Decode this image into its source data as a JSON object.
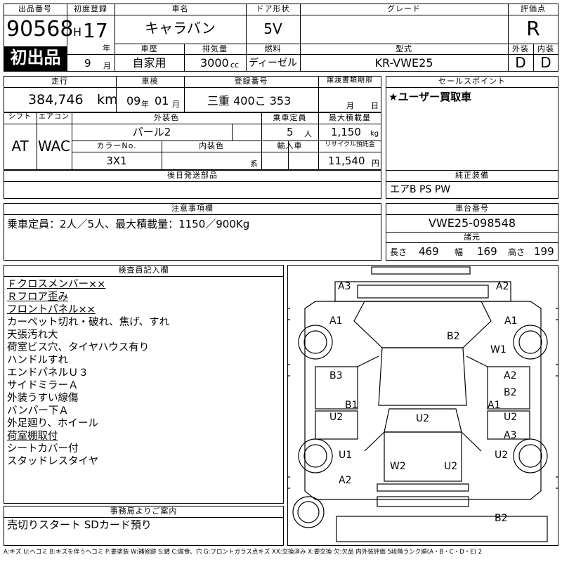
{
  "labels": {
    "lot_number": "出品番号",
    "first_reg": "初度登録",
    "car_name": "車名",
    "door": "ドア形状",
    "grade": "グレード",
    "score": "評価点",
    "year_unit": "年",
    "month_unit": "月",
    "history": "車歴",
    "displacement": "排気量",
    "fuel": "燃料",
    "model": "型式",
    "exterior_grade": "外装",
    "interior_grade": "内装",
    "mileage": "走行",
    "inspection": "車検",
    "reg_number": "登録番号",
    "transfer_deadline": "譲渡書類期限",
    "sales_point": "セールスポイント",
    "shift": "シフト",
    "aircon": "エアコン",
    "ext_color": "外装色",
    "capacity": "乗車定員",
    "max_load": "最大積載量",
    "color_no": "カラーNo.",
    "int_color": "内装色",
    "import": "輸入車",
    "recycle": "リサイクル預託金",
    "later_parts": "後日発送部品",
    "genuine_equip": "純正装備",
    "caution": "注意事項欄",
    "chassis": "車台番号",
    "specs": "諸元",
    "length": "長さ",
    "width": "幅",
    "height": "高さ",
    "inspector": "検査員記入欄",
    "office": "事務局よりご案内"
  },
  "vehicle": {
    "lot_number": "90568",
    "first_listing": "初出品",
    "era": "H",
    "year": "17",
    "month": "9",
    "car_name": "キャラバン",
    "door": "5V",
    "grade": "",
    "score": "R",
    "history": "自家用",
    "displacement": "3000",
    "displacement_unit": "cc",
    "fuel": "ディーゼル",
    "model": "KR-VWE25",
    "exterior_grade": "D",
    "interior_grade": "D",
    "mileage": "384,746",
    "mileage_unit": "km",
    "inspection_year": "09",
    "inspection_year_unit": "年",
    "inspection_month": "01",
    "inspection_month_unit": "月",
    "reg_number": "三重 400こ 353",
    "deadline_month_unit": "月",
    "deadline_day_unit": "日",
    "sales_point": "★ユーザー買取車",
    "shift": "AT",
    "aircon": "WAC",
    "ext_color": "パール2",
    "capacity": "5",
    "capacity_unit": "人",
    "max_load": "1,150",
    "max_load_unit": "kg",
    "color_no": "3X1",
    "int_color_unit": "系",
    "recycle": "11,540",
    "recycle_unit": "円",
    "later_parts": "",
    "genuine_equip": "エアB PS PW",
    "caution": "乗車定員：2人／5人、最大積載量：1150／900Kg",
    "chassis": "VWE25-098548",
    "length": "469",
    "width": "169",
    "height": "199",
    "office_note": "売切りスタート SDカード預り"
  },
  "inspector_notes": [
    {
      "text": "Ｆクロスメンバー××",
      "underline": true
    },
    {
      "text": "Ｒフロア歪み",
      "underline": true
    },
    {
      "text": "フロントパネル××",
      "underline": true
    },
    {
      "text": "カーペット切れ・破れ、焦げ、すれ",
      "underline": false
    },
    {
      "text": "天張汚れ大",
      "underline": false
    },
    {
      "text": "荷室ビス穴、タイヤハウス有り",
      "underline": false
    },
    {
      "text": "ハンドルすれ",
      "underline": false
    },
    {
      "text": "エンドパネルＵ３",
      "underline": false
    },
    {
      "text": "サイドミラーＡ",
      "underline": false
    },
    {
      "text": "外装うすい線傷",
      "underline": false
    },
    {
      "text": "バンパー下Ａ",
      "underline": false
    },
    {
      "text": "外足廻り、ホイール",
      "underline": false
    },
    {
      "text": "荷室棚取付",
      "underline": true
    },
    {
      "text": "シートカバー付",
      "underline": false
    },
    {
      "text": "スタッドレスタイヤ",
      "underline": false
    }
  ],
  "damage_marks": {
    "a3_top_left": "A3",
    "a2_top_right": "A2",
    "a1_left": "A1",
    "a1_right": "A1",
    "b2_roof": "B2",
    "w1_right": "W1",
    "b3_left": "B3",
    "a2_right_mid": "A2",
    "b2_right": "B2",
    "b1_left": "B1",
    "a1_right_mid": "A1",
    "u2_left": "U2",
    "u2_center": "U2",
    "u2_right": "U2",
    "a3_right": "A3",
    "u1_left": "U1",
    "u2_right_low": "U2",
    "w2_rear": "W2",
    "u2_rear": "U2",
    "a2_left_low": "A2",
    "b2_bottom": "B2"
  },
  "legend": "A:キズ U:ヘコミ B:キズを伴うヘコミ P:要塗装 W:補修跡 S:錆 C:腐食、穴 G:フロントガラス点キズ XX:交換済み X:要交換 欠:欠品 内外装評価 5段階ランク順(A・B・C・D・E) 2"
}
